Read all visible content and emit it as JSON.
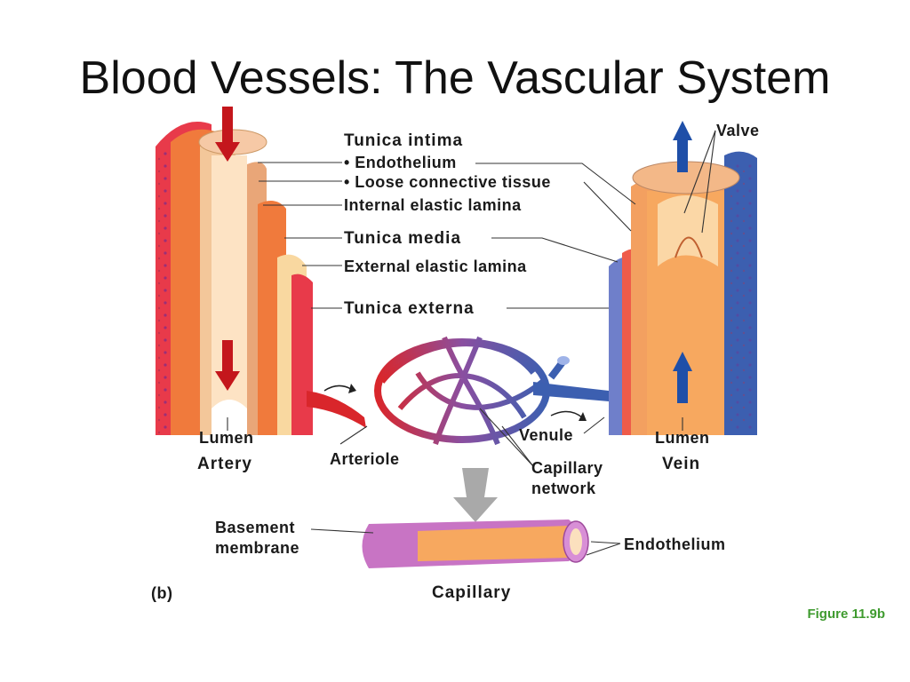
{
  "slide": {
    "title": "Blood Vessels: The Vascular System",
    "figure_ref": "Figure 11.9b"
  },
  "diagram": {
    "panel_label": "(b)",
    "labels": {
      "tunica_intima": "Tunica intima",
      "endothelium_bullet": "• Endothelium",
      "loose_connective_bullet": "• Loose connective tissue",
      "internal_elastic_lamina": "Internal elastic lamina",
      "tunica_media": "Tunica media",
      "external_elastic_lamina": "External elastic lamina",
      "tunica_externa": "Tunica externa",
      "valve": "Valve",
      "lumen_artery": "Lumen",
      "artery": "Artery",
      "arteriole": "Arteriole",
      "venule": "Venule",
      "capillary_network_line1": "Capillary",
      "capillary_network_line2": "network",
      "lumen_vein": "Lumen",
      "vein": "Vein",
      "basement_membrane_line1": "Basement",
      "basement_membrane_line2": "membrane",
      "endothelium_capillary": "Endothelium",
      "capillary": "Capillary"
    },
    "colors": {
      "artery_red": "#d9262b",
      "tunica_media_orange": "#f07a3c",
      "intima_tan": "#f3c79a",
      "vein_blue": "#3c5fb0",
      "capillary_purple": "#8a4fa0",
      "flow_arrow_red": "#c4161c",
      "flow_arrow_blue": "#1f4fa8",
      "figure_ref_green": "#3f9b2f"
    }
  }
}
